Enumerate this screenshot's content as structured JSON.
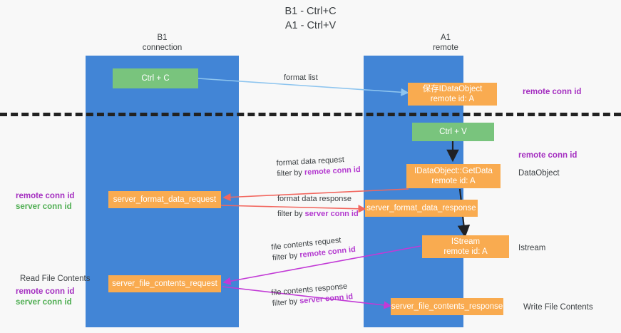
{
  "title": "B1 - Ctrl+C\nA1 - Ctrl+V",
  "lanes": [
    {
      "id": "b1",
      "label": "B1\nconnection"
    },
    {
      "id": "a1",
      "label": "A1\nremote"
    }
  ],
  "separator": {
    "style": "dashed",
    "color": "#222222"
  },
  "colors": {
    "lane": "#4285d6",
    "green_box": "#79c47d",
    "orange_box": "#f9ab50",
    "purple_text": "#a42ec0",
    "green_text": "#4fae52",
    "magenta_arrow": "#c23ad6",
    "red_arrow": "#f2675f",
    "blue_arrow": "#8ec5ef",
    "black_arrow": "#202124",
    "background": "#f8f8f8"
  },
  "boxes": {
    "ctrl_c": "Ctrl + C",
    "ctrl_v": "Ctrl + V",
    "save_dataobject": "保存IDataObject\nremote id: A",
    "getdata": "IDataObject::GetData\nremote id: A",
    "istream": "IStream\nremote id: A",
    "server_format_data_request": "server_format_data_request",
    "server_format_data_response": "server_format_data_response",
    "server_file_contents_request": "server_file_contents_request",
    "server_file_contents_response": "server_file_contents_response"
  },
  "right_labels": {
    "remote_conn_id_top": "remote conn id",
    "remote_conn_id_mid": "remote conn id",
    "dataobject": "DataObject",
    "istream": "Istream",
    "write_file_contents": "Write File Contents"
  },
  "left_labels": {
    "remote_conn_id": "remote conn id",
    "server_conn_id": "server conn id",
    "read_file_contents": "Read File Contents",
    "remote_conn_id_2": "remote conn id",
    "server_conn_id_2": "server conn id"
  },
  "edges": [
    {
      "id": "format-list",
      "label": "format list"
    },
    {
      "id": "format-data-request",
      "line1": "format data request",
      "line2_prefix": "filter by ",
      "line2_highlight": "remote conn id"
    },
    {
      "id": "format-data-response",
      "line1": "format data response",
      "line2_prefix": "filter by ",
      "line2_highlight": "server conn id"
    },
    {
      "id": "file-contents-request",
      "line1": "file contents request",
      "line2_prefix": "filter by ",
      "line2_highlight": "remote conn id"
    },
    {
      "id": "file-contents-response",
      "line1": "file contents response",
      "line2_prefix": "filter by ",
      "line2_highlight": "server conn id"
    }
  ]
}
